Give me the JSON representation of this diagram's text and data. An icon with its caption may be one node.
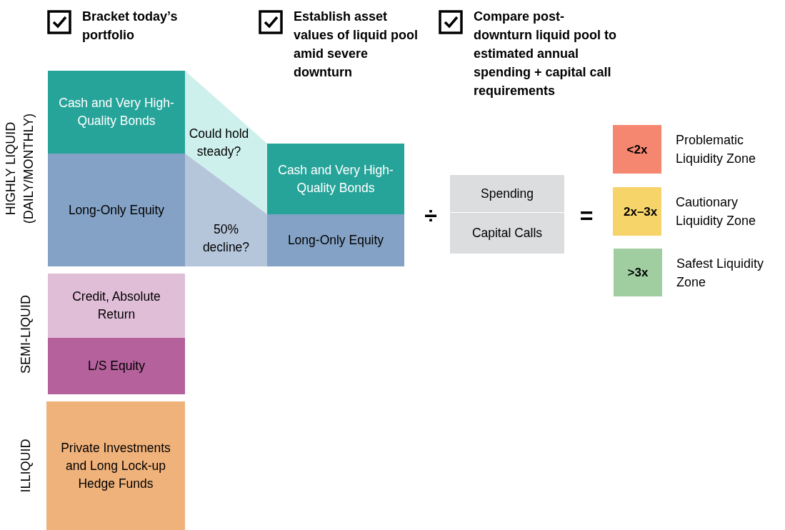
{
  "diagram": {
    "nodes": [
      {
        "text": [
          "Cash and Very High-Quality Bonds"
        ]
      },
      {
        "text": [
          "Long-Only Equity"
        ]
      },
      {
        "text": [
          "Credit, Absolute Return"
        ]
      },
      {
        "text": [
          "L/S Equity"
        ]
      },
      {
        "text": [
          "Private Investments and Long Lock-up Hedge Funds"
        ]
      },
      {
        "text": [
          "Could hold steady?"
        ]
      },
      {
        "text": [
          "50% decline?"
        ]
      },
      {
        "text": [
          "Cash and Very High-Quality Bonds"
        ]
      },
      {
        "text": [
          "Long-Only Equity"
        ]
      },
      {
        "text": [
          "Spending"
        ]
      },
      {
        "text": [
          "Capital Calls"
        ]
      },
      {
        "text": [
          "<2x"
        ],
        "beside": [
          "Problematic Liquidity Zone"
        ]
      },
      {
        "text": [
          "2x–3x"
        ],
        "beside": [
          "Cautionary Liquidity Zone"
        ]
      },
      {
        "text": [
          ">3x"
        ],
        "beside": [
          "Safest Liquidity Zone"
        ]
      }
    ],
    "edges": [],
    "labels": [
      "Bracket today’s portfolio",
      "Establish asset values of liquid pool amid severe downturn",
      "Compare post-downturn liquid pool to estimated annual spending + capital call requirements",
      "HIGHLY LIQUID (DAILY/MONTHLY)",
      "SEMI-LIQUID",
      "ILLIQUID",
      "÷",
      "="
    ]
  }
}
